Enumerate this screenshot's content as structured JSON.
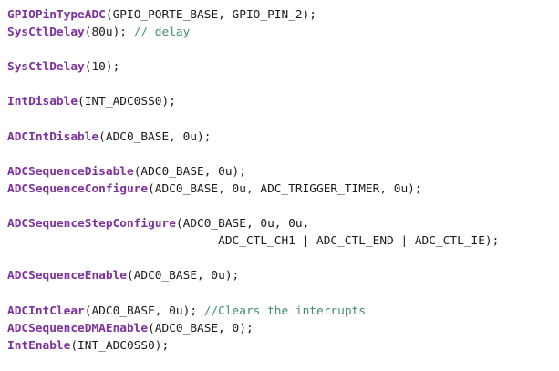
{
  "editor": {
    "language": "C",
    "background_color": "#ffffff",
    "colors": {
      "function": "#7d2f9e",
      "plain": "#1a1a1a",
      "comment": "#3f8f6f"
    },
    "lines": [
      {
        "index": 1,
        "tokens": [
          {
            "type": "fn",
            "text": "GPIOPinTypeADC"
          },
          {
            "type": "plain",
            "text": "(GPIO_PORTE_BASE, GPIO_PIN_2);"
          }
        ]
      },
      {
        "index": 2,
        "tokens": [
          {
            "type": "fn",
            "text": "SysCtlDelay"
          },
          {
            "type": "plain",
            "text": "(80u); "
          },
          {
            "type": "comment",
            "text": "// delay"
          }
        ]
      },
      {
        "index": 3,
        "tokens": []
      },
      {
        "index": 4,
        "tokens": [
          {
            "type": "fn",
            "text": "SysCtlDelay"
          },
          {
            "type": "plain",
            "text": "(10);"
          }
        ]
      },
      {
        "index": 5,
        "tokens": []
      },
      {
        "index": 6,
        "tokens": [
          {
            "type": "fn",
            "text": "IntDisable"
          },
          {
            "type": "plain",
            "text": "(INT_ADC0SS0);"
          }
        ]
      },
      {
        "index": 7,
        "tokens": []
      },
      {
        "index": 8,
        "tokens": [
          {
            "type": "fn",
            "text": "ADCIntDisable"
          },
          {
            "type": "plain",
            "text": "(ADC0_BASE, 0u);"
          }
        ]
      },
      {
        "index": 9,
        "tokens": []
      },
      {
        "index": 10,
        "tokens": [
          {
            "type": "fn",
            "text": "ADCSequenceDisable"
          },
          {
            "type": "plain",
            "text": "(ADC0_BASE, 0u);"
          }
        ]
      },
      {
        "index": 11,
        "tokens": [
          {
            "type": "fn",
            "text": "ADCSequenceConfigure"
          },
          {
            "type": "plain",
            "text": "(ADC0_BASE, 0u, ADC_TRIGGER_TIMER, 0u);"
          }
        ]
      },
      {
        "index": 12,
        "tokens": []
      },
      {
        "index": 13,
        "tokens": [
          {
            "type": "fn",
            "text": "ADCSequenceStepConfigure"
          },
          {
            "type": "plain",
            "text": "(ADC0_BASE, 0u, 0u,"
          }
        ]
      },
      {
        "index": 14,
        "tokens": [
          {
            "type": "plain",
            "text": "                              ADC_CTL_CH1 | ADC_CTL_END | ADC_CTL_IE);"
          }
        ]
      },
      {
        "index": 15,
        "tokens": []
      },
      {
        "index": 16,
        "tokens": [
          {
            "type": "fn",
            "text": "ADCSequenceEnable"
          },
          {
            "type": "plain",
            "text": "(ADC0_BASE, 0u);"
          }
        ]
      },
      {
        "index": 17,
        "tokens": []
      },
      {
        "index": 18,
        "tokens": [
          {
            "type": "fn",
            "text": "ADCIntClear"
          },
          {
            "type": "plain",
            "text": "(ADC0_BASE, 0u); "
          },
          {
            "type": "comment",
            "text": "//Clears the interrupts"
          }
        ]
      },
      {
        "index": 19,
        "tokens": [
          {
            "type": "fn",
            "text": "ADCSequenceDMAEnable"
          },
          {
            "type": "plain",
            "text": "(ADC0_BASE, 0);"
          }
        ]
      },
      {
        "index": 20,
        "tokens": [
          {
            "type": "fn",
            "text": "IntEnable"
          },
          {
            "type": "plain",
            "text": "(INT_ADC0SS0);"
          }
        ]
      }
    ]
  }
}
